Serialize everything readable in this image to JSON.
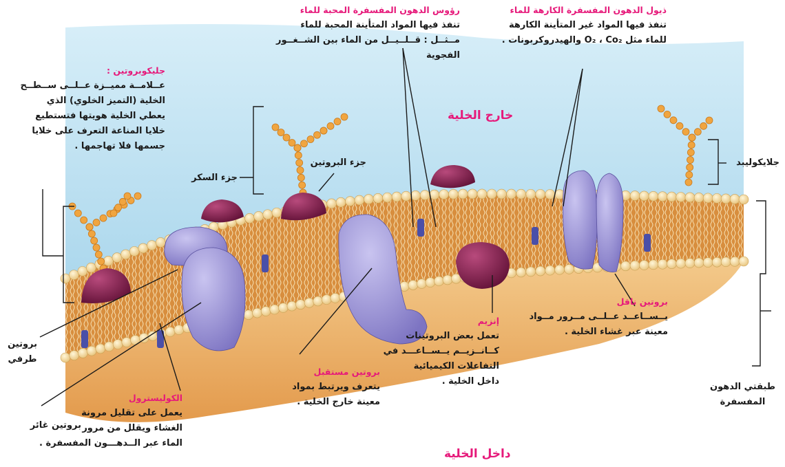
{
  "regions": {
    "outside": "خارج الخلية",
    "inside": "داخل الخلية"
  },
  "labels": {
    "glycoprotein": {
      "title": "جليكوبروتين :",
      "lines": [
        "عــلامــة مميــزة عــلــى ســطــح",
        "الخلية (التميز الخلوي) الذي",
        "يعطي الخلية هويتها فتستطيع",
        "خلايا المناعة التعرف على خلايا",
        "جسمها فلا تهاجمها ."
      ]
    },
    "sugar_part": "جزء السكر",
    "protein_part": "جزء البروتين",
    "hydrophilic_heads": {
      "title": "رؤوس الدهون المفسفرة المحبة للماء",
      "lines": [
        "تنفذ فيها المواد المتأينة المحبة للماء",
        "مــثــل : قــلــيــل من الماء بين الشــغــور",
        "الفجوية"
      ]
    },
    "hydrophobic_tails": {
      "title": "ذيول الدهون المفسفرة الكارهة للماء",
      "lines": [
        "تنفذ فيها المواد غير المتأينة الكارهة",
        "للماء مثل O₂ ، Co₂ والهيدروكربونات ."
      ]
    },
    "glycolipid": "جلايكوليبد",
    "phospholipid_bilayer": [
      "طبقتي الدهون",
      "المفسفرة"
    ],
    "carrier_protein": {
      "title": "بروتين ناقل",
      "lines": [
        "يــســاعــد عــلــى مــرور مــواد",
        "معينة عبر غشاء الخلية ."
      ]
    },
    "enzyme": {
      "title": "إنزيم",
      "lines": [
        "تعمل بعض البروتينات",
        "كــانــزيــم يــســاعـــد في",
        "التفاعلات الكيميائية",
        "داخل الخلية ."
      ]
    },
    "receptor_protein": {
      "title": "بروتين مستقبل",
      "lines": [
        "يتعرف ويرتبط بمواد",
        "معينة خارج الخلية ."
      ]
    },
    "cholesterol": {
      "title": "الكوليسترول",
      "lines": [
        "يعمل على تقليل مرونة",
        "الغشاء ويقلل من مرور",
        "الماء عبر الــدهـــون المفسفرة ."
      ]
    },
    "peripheral_protein": [
      "بروتين",
      "طرفي"
    ],
    "integral_protein": "بروتين غائر"
  },
  "colors": {
    "label_accent": "#e6197a",
    "cytoplasm": "#e8ab62",
    "extracellular": "#b9ddef",
    "phospholipid_head": "#f2d89a",
    "protein": "#9c93d6",
    "peripheral_protein": "#8a1f4f",
    "carbohydrate_chain": "#f0a540",
    "cholesterol": "#4a4fa8",
    "pointer": "#1a1a1a"
  }
}
